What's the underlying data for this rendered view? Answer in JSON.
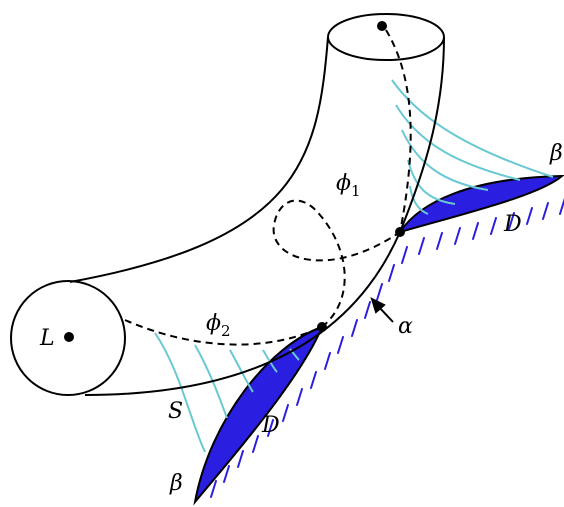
{
  "labels": {
    "L": "L",
    "phi1": "ϕ",
    "phi1_sub": "1",
    "phi2": "ϕ",
    "phi2_sub": "2",
    "alpha": "α",
    "S": "S",
    "D_right": "D",
    "D_left": "D",
    "beta_right": "β",
    "beta_left": "β"
  },
  "colors": {
    "stroke": "#000000",
    "disk_fill": "#2a1ee0",
    "hatch": "#2a1ee0",
    "fibers": "#69c9d3"
  }
}
